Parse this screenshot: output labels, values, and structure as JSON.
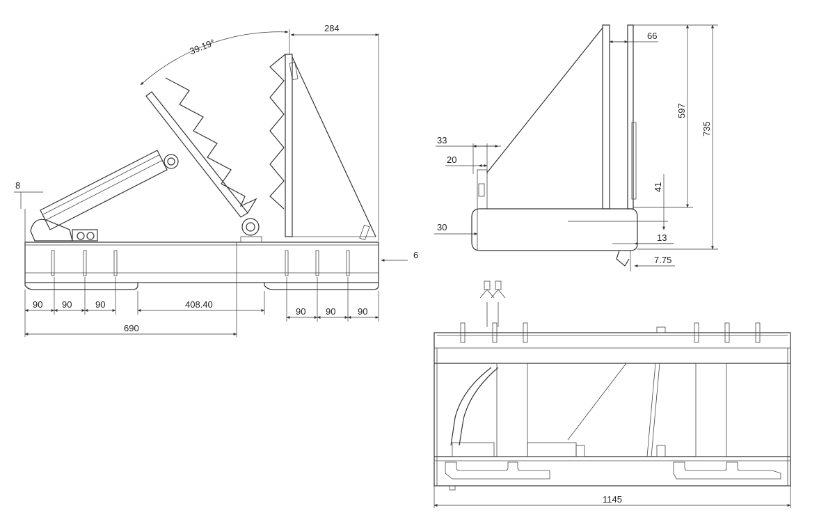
{
  "side_view": {
    "angle_label": "39.19°",
    "dims": {
      "top_width": "284",
      "left_offset": "8",
      "right_offset": "6",
      "tine_left_1": "90",
      "tine_left_2": "90",
      "tine_left_3": "90",
      "center_gap": "408.40",
      "tine_right_1": "90",
      "tine_right_2": "90",
      "tine_right_3": "90",
      "overall": "690"
    }
  },
  "end_view": {
    "dims": {
      "top_offset": "66",
      "inner_height": "597",
      "total_height": "735",
      "hook_outer": "33",
      "hook_inner": "20",
      "bottom_height": "30",
      "step": "41",
      "base_offset": "13",
      "toe": "7.75"
    }
  },
  "top_view": {
    "dims": {
      "overall_width": "1145"
    }
  }
}
